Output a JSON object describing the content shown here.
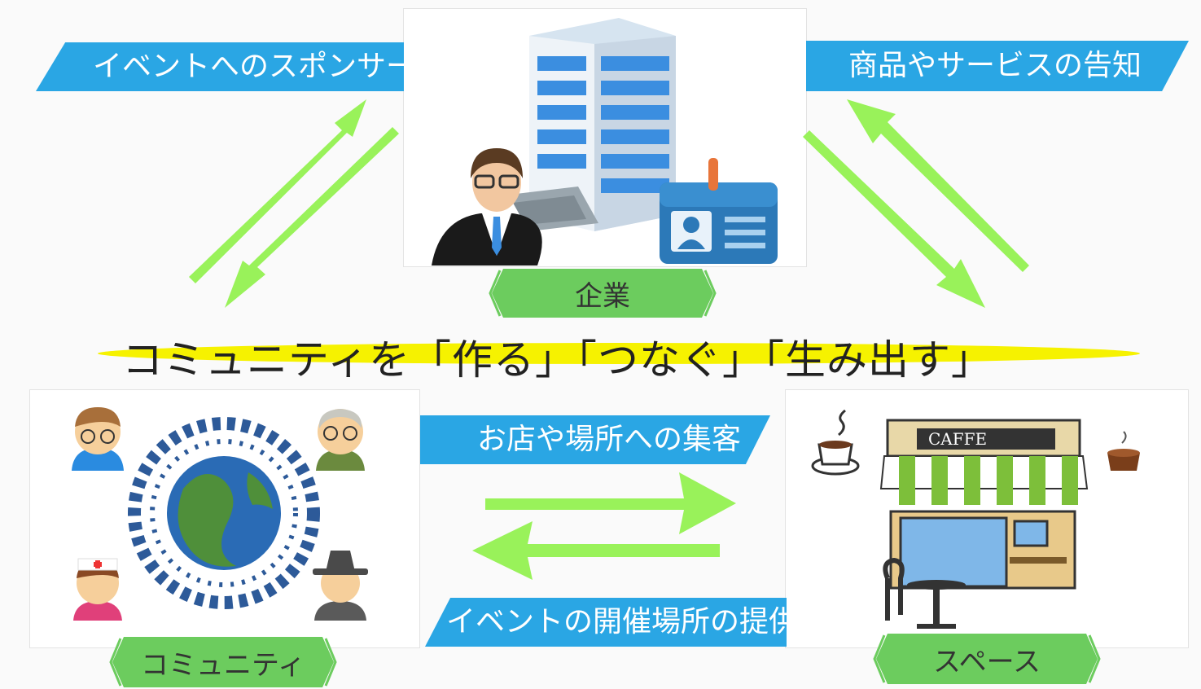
{
  "labels": {
    "sponsor": "イベントへのスポンサー",
    "promotion": "商品やサービスの告知",
    "customers": "お店や場所への集客",
    "venue": "イベントの開催場所の提供",
    "company": "企業",
    "community": "コミュニティ",
    "space": "スペース",
    "tagline": "コミュニティを「作る」「つなぐ」「生み出す」",
    "cafe_sign": "CAFFE"
  },
  "colors": {
    "banner_blue": "#2aa6e4",
    "arrow_green": "#99f25a",
    "label_green": "#6ccc5e",
    "highlight_yellow": "#f6f200"
  },
  "icons": [
    "office-building-icon",
    "businessman-icon",
    "id-badge-icon",
    "globe-people-icon",
    "boy-avatar-icon",
    "old-man-avatar-icon",
    "nurse-avatar-icon",
    "hat-man-avatar-icon",
    "cafe-storefront-icon",
    "coffee-cup-icon"
  ]
}
